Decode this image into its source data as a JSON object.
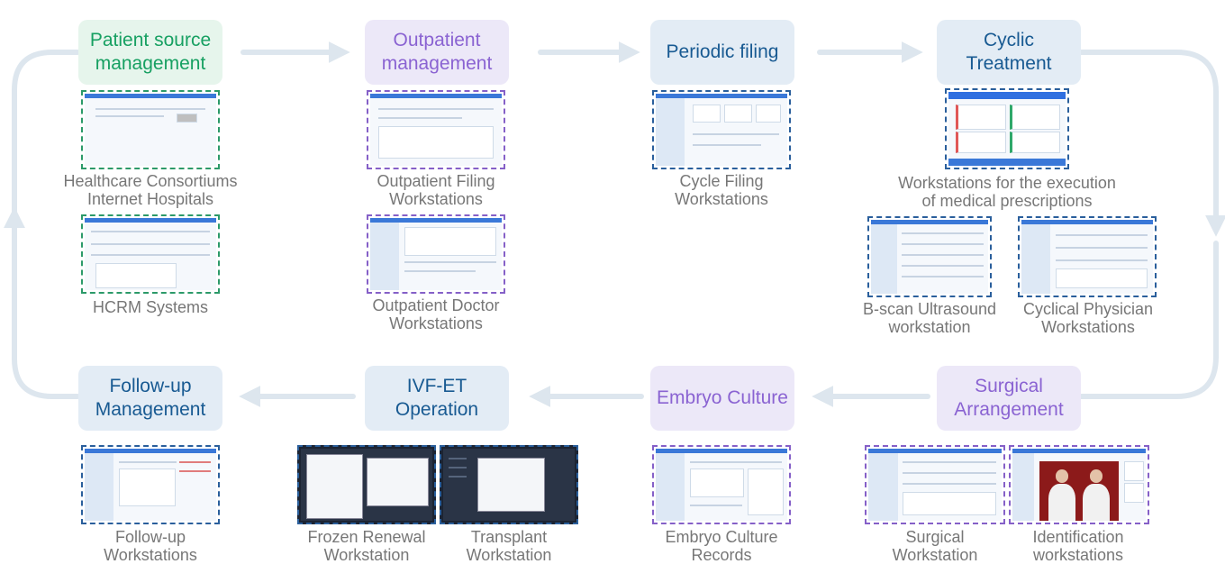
{
  "stages": {
    "patient_source": "Patient source management",
    "outpatient": "Outpatient management",
    "periodic_filing": "Periodic filing",
    "cyclic_treatment": "Cyclic Treatment",
    "surgical_arrangement": "Surgical Arrangement",
    "embryo_culture": "Embryo Culture",
    "ivf_et": "IVF-ET Operation",
    "follow_up": "Follow-up Management"
  },
  "captions": {
    "consortiums_line1": "Healthcare Consortiums",
    "consortiums_line2": "Internet Hospitals",
    "hcrm": "HCRM Systems",
    "outpatient_filing_line1": "Outpatient Filing",
    "outpatient_filing_line2": "Workstations",
    "outpatient_doctor_line1": "Outpatient Doctor",
    "outpatient_doctor_line2": "Workstations",
    "cycle_filing_line1": "Cycle Filing",
    "cycle_filing_line2": "Workstations",
    "prescriptions_line1": "Workstations for the execution",
    "prescriptions_line2": "of medical prescriptions",
    "bscan_line1": "B-scan Ultrasound",
    "bscan_line2": "workstation",
    "cyclical_physician_line1": "Cyclical Physician",
    "cyclical_physician_line2": "Workstations",
    "surgical_line1": "Surgical",
    "surgical_line2": "Workstation",
    "identification_line1": "Identification",
    "identification_line2": "workstations",
    "embryo_records_line1": "Embryo Culture",
    "embryo_records_line2": "Records",
    "transplant_line1": "Transplant",
    "transplant_line2": "Workstation",
    "frozen_line1": "Frozen Renewal",
    "frozen_line2": "Workstation",
    "followup_ws_line1": "Follow-up",
    "followup_ws_line2": "Workstations"
  },
  "colors": {
    "green_text": "#17a062",
    "purple_text": "#8a63d2",
    "blue_text": "#185a92",
    "arrow": "#dde6ee"
  }
}
